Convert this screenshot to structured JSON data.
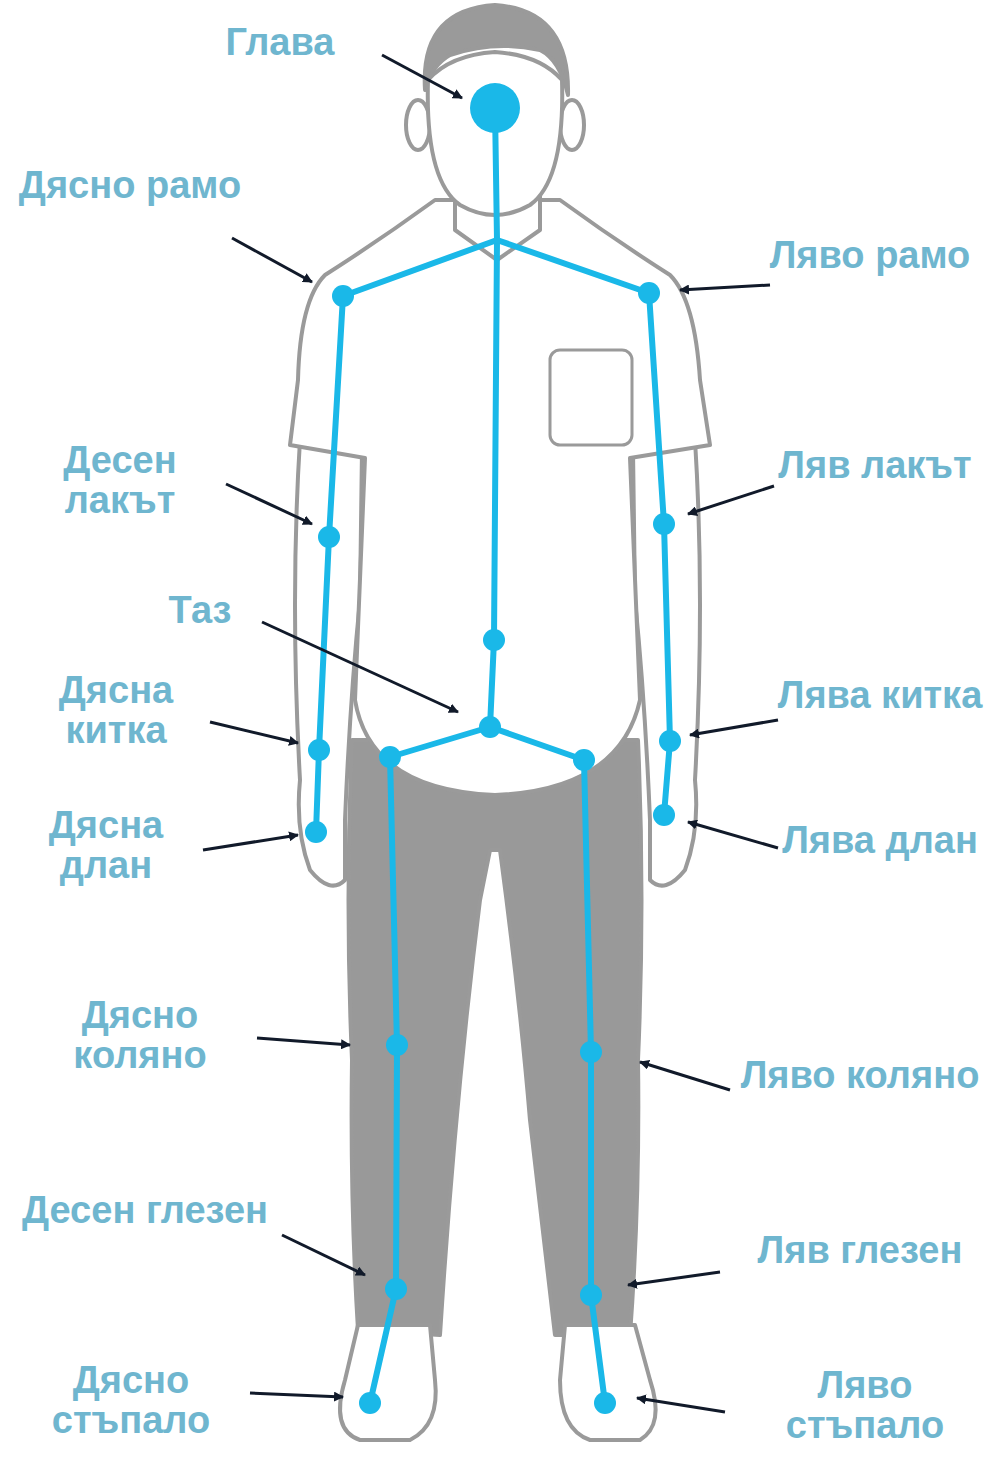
{
  "diagram": {
    "labels": [
      "Глава",
      "Дясно рамо",
      "Ляво рамо",
      "Десен лакът",
      "Ляв лакът",
      "Таз",
      "Дясна китка",
      "Лява китка",
      "Дясна длан",
      "Лява длан",
      "Дясно коляно",
      "Ляво коляно",
      "Десен глезен",
      "Ляв глезен",
      "Дясно стъпало",
      "Ляво стъпало"
    ]
  }
}
